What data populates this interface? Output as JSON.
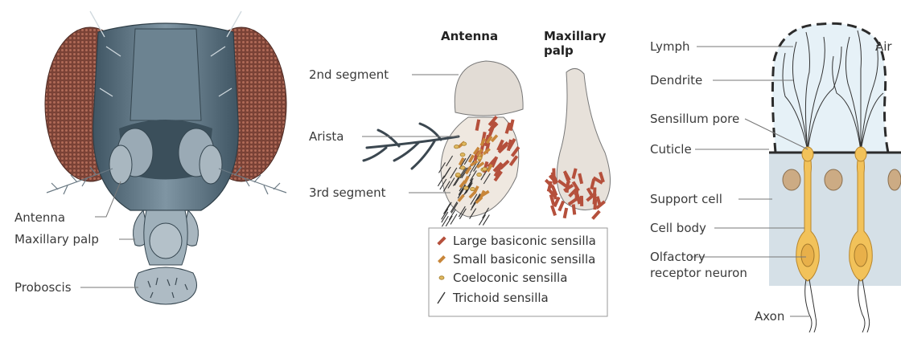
{
  "panel_a": {
    "labels": {
      "antenna": "Antenna",
      "maxillary_palp": "Maxillary palp",
      "proboscis": "Proboscis"
    }
  },
  "panel_b": {
    "headings": {
      "antenna": "Antenna",
      "palp_line1": "Maxillary",
      "palp_line2": "palp"
    },
    "labels": {
      "second_segment": "2nd segment",
      "arista": "Arista",
      "third_segment": "3rd segment"
    },
    "legend": [
      {
        "label": "Large basiconic sensilla",
        "icon": "large-basiconic-icon"
      },
      {
        "label": "Small basiconic sensilla",
        "icon": "small-basiconic-icon"
      },
      {
        "label": "Coeloconic sensilla",
        "icon": "coeloconic-icon"
      },
      {
        "label": "Trichoid sensilla",
        "icon": "trichoid-icon"
      }
    ]
  },
  "panel_c": {
    "labels": {
      "lymph": "Lymph",
      "air": "Air",
      "dendrite": "Dendrite",
      "sensillum_pore": "Sensillum pore",
      "cuticle": "Cuticle",
      "support_cell": "Support cell",
      "cell_body": "Cell body",
      "orn_line1": "Olfactory",
      "orn_line2": "receptor neuron",
      "axon": "Axon"
    }
  },
  "colors": {
    "head_grey": "#5f7482",
    "eye_red": "#8a4a3c",
    "large_basiconic": "#b5503c",
    "small_basiconic": "#c8863a",
    "coeloconic": "#e0b860",
    "lymph_fill": "#e3f0f6",
    "support_fill": "#d3dee5",
    "neuron_fill": "#f2c25a"
  }
}
